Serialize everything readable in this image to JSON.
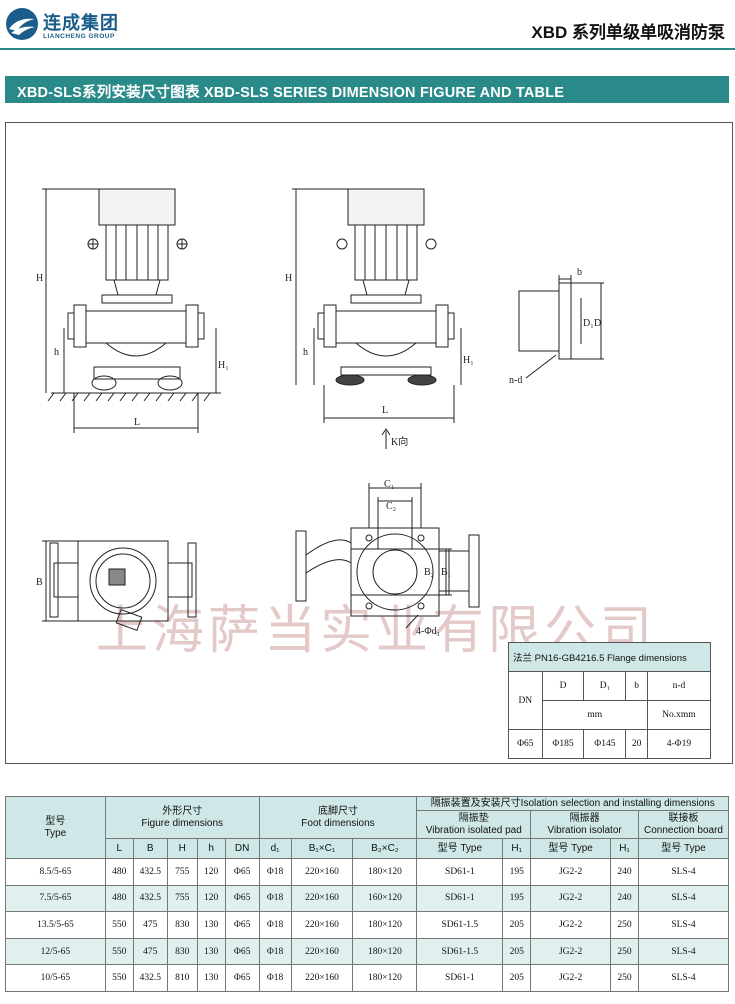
{
  "header": {
    "logo_cn": "连成集团",
    "logo_en": "LIANCHENG GROUP",
    "title": "XBD 系列单级单吸消防泵"
  },
  "section_title": "XBD-SLS系列安装尺寸图表   XBD-SLS SERIES DIMENSION FIGURE AND TABLE",
  "watermark": "上海萨当实业有限公司",
  "drawing_labels": {
    "H": "H",
    "h": "h",
    "H1": "H₁",
    "L": "L",
    "B": "B",
    "k_dir": "K向",
    "b": "b",
    "D1": "D₁",
    "D": "D",
    "n_d": "n-d",
    "C1": "C₁",
    "C2": "C₂",
    "B1": "B₁",
    "B2": "B₂",
    "bolt": "4-Φd₁"
  },
  "flange_table": {
    "title": "法兰 PN16-GB4216.5  Flange dimensions",
    "dn_label": "DN",
    "cols": [
      "D",
      "D₁",
      "b",
      "n-d"
    ],
    "unit_mm": "mm",
    "unit_no": "No.xmm",
    "row": [
      "Φ65",
      "Φ185",
      "Φ145",
      "20",
      "4-Φ19"
    ]
  },
  "main_table": {
    "type_cn": "型号",
    "type_en": "Type",
    "fig_cn": "外形尺寸",
    "fig_en": "Figure dimensions",
    "foot_cn": "底脚尺寸",
    "foot_en": "Foot dimensions",
    "iso_title": "隔振装置及安装尺寸Isolation selection and installing dimensions",
    "pad_cn": "隔振垫",
    "pad_en": "Vibration isolated pad",
    "iso_cn": "隔振器",
    "iso_en": "Vibration isolator",
    "board_cn": "联接板",
    "board_en": "Connection board",
    "sub": [
      "L",
      "B",
      "H",
      "h",
      "DN",
      "d₁",
      "B₁×C₁",
      "B₂×C₂",
      "型号 Type",
      "H₁",
      "型号 Type",
      "H₁",
      "型号 Type"
    ],
    "rows": [
      [
        "8.5/5-65",
        "480",
        "432.5",
        "755",
        "120",
        "Φ65",
        "Φ18",
        "220×160",
        "180×120",
        "SD61-1",
        "195",
        "JG2-2",
        "240",
        "SLS-4"
      ],
      [
        "7.5/5-65",
        "480",
        "432.5",
        "755",
        "120",
        "Φ65",
        "Φ18",
        "220×160",
        "160×120",
        "SD61-1",
        "195",
        "JG2-2",
        "240",
        "SLS-4"
      ],
      [
        "13.5/5-65",
        "550",
        "475",
        "830",
        "130",
        "Φ65",
        "Φ18",
        "220×160",
        "180×120",
        "SD61-1.5",
        "205",
        "JG2-2",
        "250",
        "SLS-4"
      ],
      [
        "12/5-65",
        "550",
        "475",
        "830",
        "130",
        "Φ65",
        "Φ18",
        "220×160",
        "180×120",
        "SD61-1.5",
        "205",
        "JG2-2",
        "250",
        "SLS-4"
      ],
      [
        "10/5-65",
        "550",
        "432.5",
        "810",
        "130",
        "Φ65",
        "Φ18",
        "220×160",
        "180×120",
        "SD61-1",
        "205",
        "JG2-2",
        "250",
        "SLS-4"
      ]
    ]
  }
}
